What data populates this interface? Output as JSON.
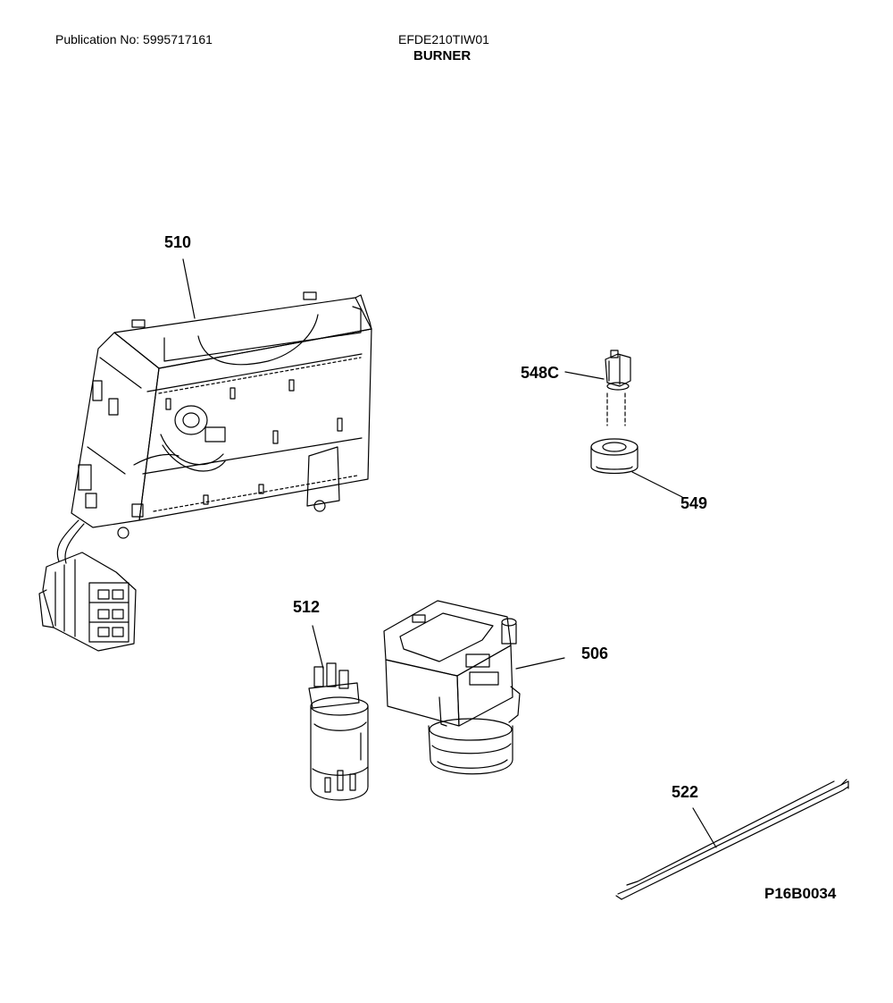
{
  "header": {
    "publication": "Publication No: 5995717161",
    "model": "EFDE210TIW01",
    "section": "BURNER"
  },
  "diagram_code": "P16B0034",
  "parts": [
    {
      "id": "510"
    },
    {
      "id": "548C"
    },
    {
      "id": "549"
    },
    {
      "id": "512"
    },
    {
      "id": "506"
    },
    {
      "id": "522"
    }
  ]
}
